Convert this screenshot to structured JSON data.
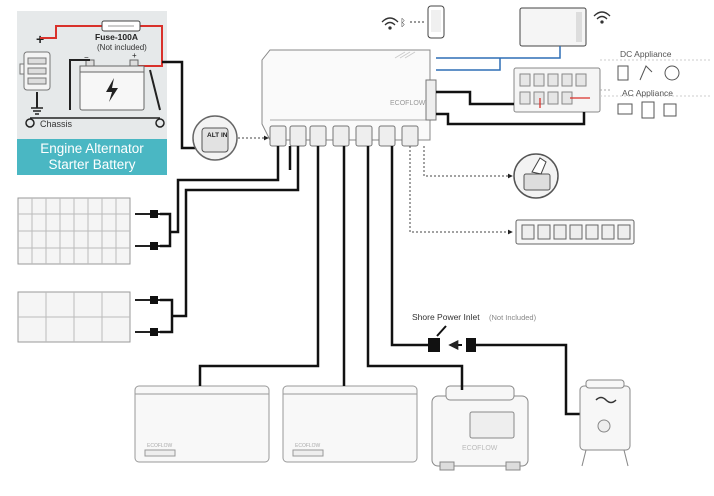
{
  "battery_panel": {
    "fuse_label": "Fuse-100A",
    "fuse_note": "(Not included)",
    "chassis_label": "Chassis",
    "title_line1": "Engine Alternator",
    "title_line2": "Starter Battery"
  },
  "hub": {
    "brand": "ECOFLOW",
    "alt_in_label": "ALT IN"
  },
  "appliances": {
    "dc_label": "DC Appliance",
    "ac_label": "AC Appliance"
  },
  "shore_power": {
    "label": "Shore Power Inlet",
    "note": "(Not Included)"
  },
  "batteries": {
    "brand": "ECOFLOW"
  },
  "generator": {
    "brand": "ECOFLOW"
  },
  "colors": {
    "panel_bg": "#e6e9ea",
    "title_bg": "#4ab7c3",
    "cable": "#111111",
    "red_wire": "#d9312b",
    "blue_wire": "#2f6fb5",
    "line_art": "#8a8a8a"
  },
  "icons": [
    "wifi-icon",
    "bluetooth-icon",
    "phone-icon",
    "fuse-icon",
    "battery-icon",
    "lightning-icon",
    "ground-icon",
    "hand-press-icon",
    "solar-panel-icon",
    "generator-icon",
    "shore-power-box-icon",
    "dc-appliance-icon",
    "ac-appliance-icon"
  ]
}
